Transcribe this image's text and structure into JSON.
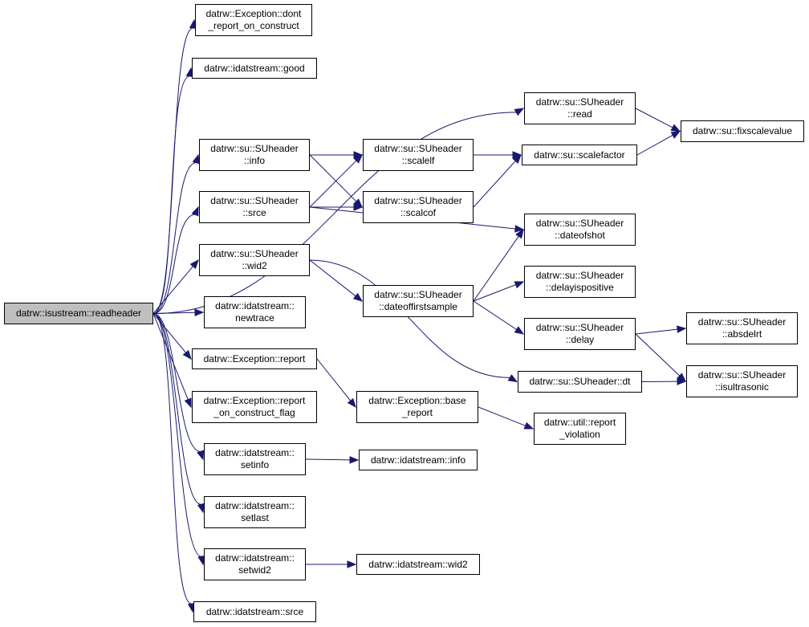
{
  "nodes": {
    "root": [
      "datrw::isustream::readheader"
    ],
    "exc_dont": [
      "datrw::Exception::dont",
      "_report_on_construct"
    ],
    "ids_good": [
      "datrw::idatstream::good"
    ],
    "su_read": [
      "datrw::su::SUheader",
      "::read"
    ],
    "fixscale": [
      "datrw::su::fixscalevalue"
    ],
    "su_info": [
      "datrw::su::SUheader",
      "::info"
    ],
    "su_scalelf": [
      "datrw::su::SUheader",
      "::scalelf"
    ],
    "scalefactor": [
      "datrw::su::scalefactor"
    ],
    "su_srce": [
      "datrw::su::SUheader",
      "::srce"
    ],
    "su_scalcof": [
      "datrw::su::SUheader",
      "::scalcof"
    ],
    "su_dateofshot": [
      "datrw::su::SUheader",
      "::dateofshot"
    ],
    "su_wid2": [
      "datrw::su::SUheader",
      "::wid2"
    ],
    "su_delaypos": [
      "datrw::su::SUheader",
      "::delayispositive"
    ],
    "su_dateoff": [
      "datrw::su::SUheader",
      "::dateoffirstsample"
    ],
    "ids_newtrace": [
      "datrw::idatstream::",
      "newtrace"
    ],
    "su_delay": [
      "datrw::su::SUheader",
      "::delay"
    ],
    "su_absdelrt": [
      "datrw::su::SUheader",
      "::absdelrt"
    ],
    "exc_report": [
      "datrw::Exception::report"
    ],
    "su_dt": [
      "datrw::su::SUheader::dt"
    ],
    "su_isultra": [
      "datrw::su::SUheader",
      "::isultrasonic"
    ],
    "exc_report_flag": [
      "datrw::Exception::report",
      "_on_construct_flag"
    ],
    "exc_base": [
      "datrw::Exception::base",
      "_report"
    ],
    "util_violation": [
      "datrw::util::report",
      "_violation"
    ],
    "ids_setinfo": [
      "datrw::idatstream::",
      "setinfo"
    ],
    "ids_info": [
      "datrw::idatstream::info"
    ],
    "ids_setlast": [
      "datrw::idatstream::",
      "setlast"
    ],
    "ids_setwid2": [
      "datrw::idatstream::",
      "setwid2"
    ],
    "ids_wid2": [
      "datrw::idatstream::wid2"
    ],
    "ids_srce": [
      "datrw::idatstream::srce"
    ]
  },
  "edges": [
    [
      "root",
      "exc_dont"
    ],
    [
      "root",
      "ids_good"
    ],
    [
      "root",
      "su_read"
    ],
    [
      "root",
      "su_info"
    ],
    [
      "root",
      "su_srce"
    ],
    [
      "root",
      "su_wid2"
    ],
    [
      "root",
      "ids_newtrace"
    ],
    [
      "root",
      "exc_report"
    ],
    [
      "root",
      "exc_report_flag"
    ],
    [
      "root",
      "ids_setinfo"
    ],
    [
      "root",
      "ids_setlast"
    ],
    [
      "root",
      "ids_setwid2"
    ],
    [
      "root",
      "ids_srce"
    ],
    [
      "su_read",
      "fixscale"
    ],
    [
      "scalefactor",
      "fixscale"
    ],
    [
      "su_info",
      "su_scalelf"
    ],
    [
      "su_info",
      "su_scalcof"
    ],
    [
      "su_srce",
      "su_scalelf"
    ],
    [
      "su_srce",
      "su_scalcof"
    ],
    [
      "su_srce",
      "su_dateofshot"
    ],
    [
      "su_scalelf",
      "scalefactor"
    ],
    [
      "su_scalcof",
      "scalefactor"
    ],
    [
      "su_wid2",
      "su_dateoff"
    ],
    [
      "su_wid2",
      "su_dt"
    ],
    [
      "su_dateoff",
      "su_dateofshot"
    ],
    [
      "su_dateoff",
      "su_delaypos"
    ],
    [
      "su_dateoff",
      "su_delay"
    ],
    [
      "su_delay",
      "su_absdelrt"
    ],
    [
      "su_delay",
      "su_isultra"
    ],
    [
      "su_dt",
      "su_isultra"
    ],
    [
      "exc_report",
      "exc_base"
    ],
    [
      "exc_base",
      "util_violation"
    ],
    [
      "ids_setinfo",
      "ids_info"
    ],
    [
      "ids_setwid2",
      "ids_wid2"
    ]
  ]
}
